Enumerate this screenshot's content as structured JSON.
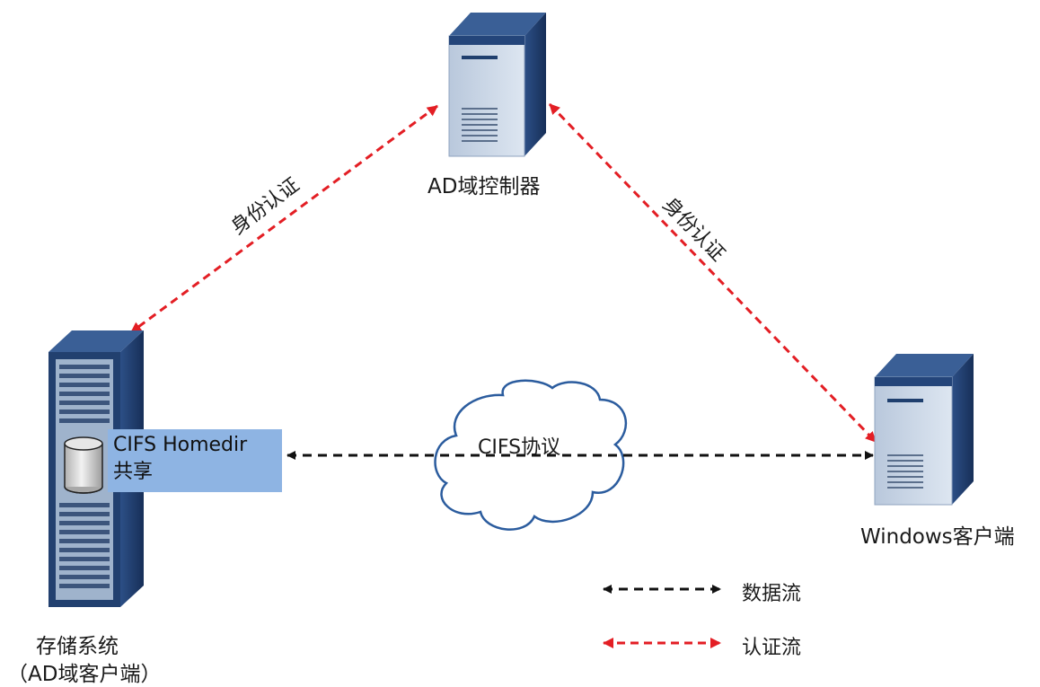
{
  "nodes": {
    "ad_controller": {
      "label": "AD域控制器"
    },
    "storage": {
      "label_line1": "存储系统",
      "label_line2": "（AD域客户端）",
      "share_line1": "CIFS Homedir",
      "share_line2": "共享"
    },
    "windows_client": {
      "label": "Windows客户端"
    }
  },
  "edges": {
    "left_auth": {
      "label": "身份认证"
    },
    "right_auth": {
      "label": "身份认证"
    },
    "data": {
      "label": "CIFS协议"
    }
  },
  "legend": {
    "data_flow": "数据流",
    "auth_flow": "认证流"
  },
  "colors": {
    "data_arrow": "#111111",
    "auth_arrow": "#e31e24",
    "server_dark": "#1f3f6e",
    "server_light": "#c9d6e6",
    "cloud_fill": "#ffffff",
    "cloud_stroke": "#2b5c9e",
    "share_box": "#8eb4e3"
  }
}
